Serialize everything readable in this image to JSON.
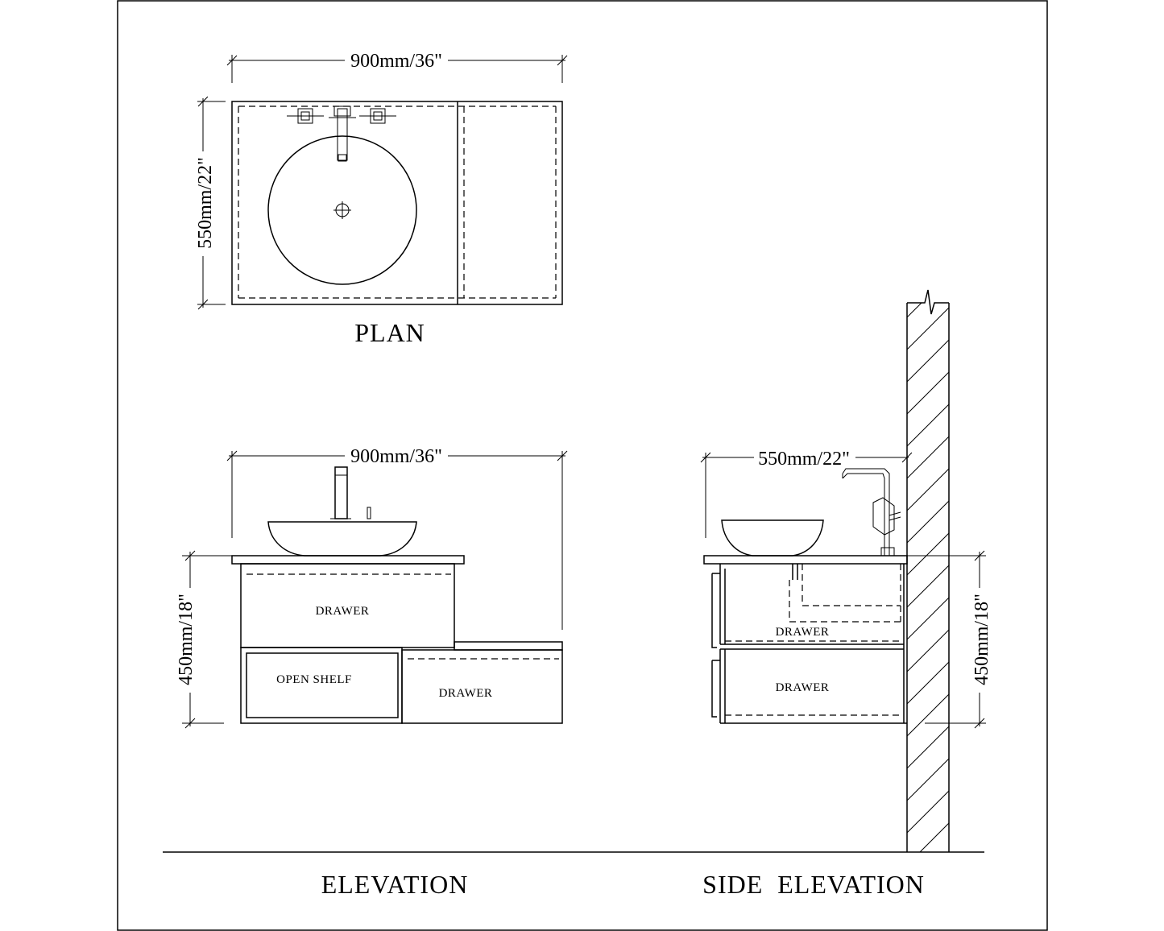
{
  "plan": {
    "title": "PLAN",
    "width_dim": "900mm/36\"",
    "depth_dim": "550mm/22\""
  },
  "elevation": {
    "title": "ELEVATION",
    "width_dim": "900mm/36\"",
    "height_dim": "450mm/18\"",
    "drawer_top_label": "DRAWER",
    "open_shelf_label": "OPEN SHELF",
    "drawer_bottom_label": "DRAWER"
  },
  "side_elevation": {
    "title": "SIDE  ELEVATION",
    "depth_dim": "550mm/22\"",
    "height_dim": "450mm/18\"",
    "drawer_top_label": "DRAWER",
    "drawer_bottom_label": "DRAWER"
  }
}
